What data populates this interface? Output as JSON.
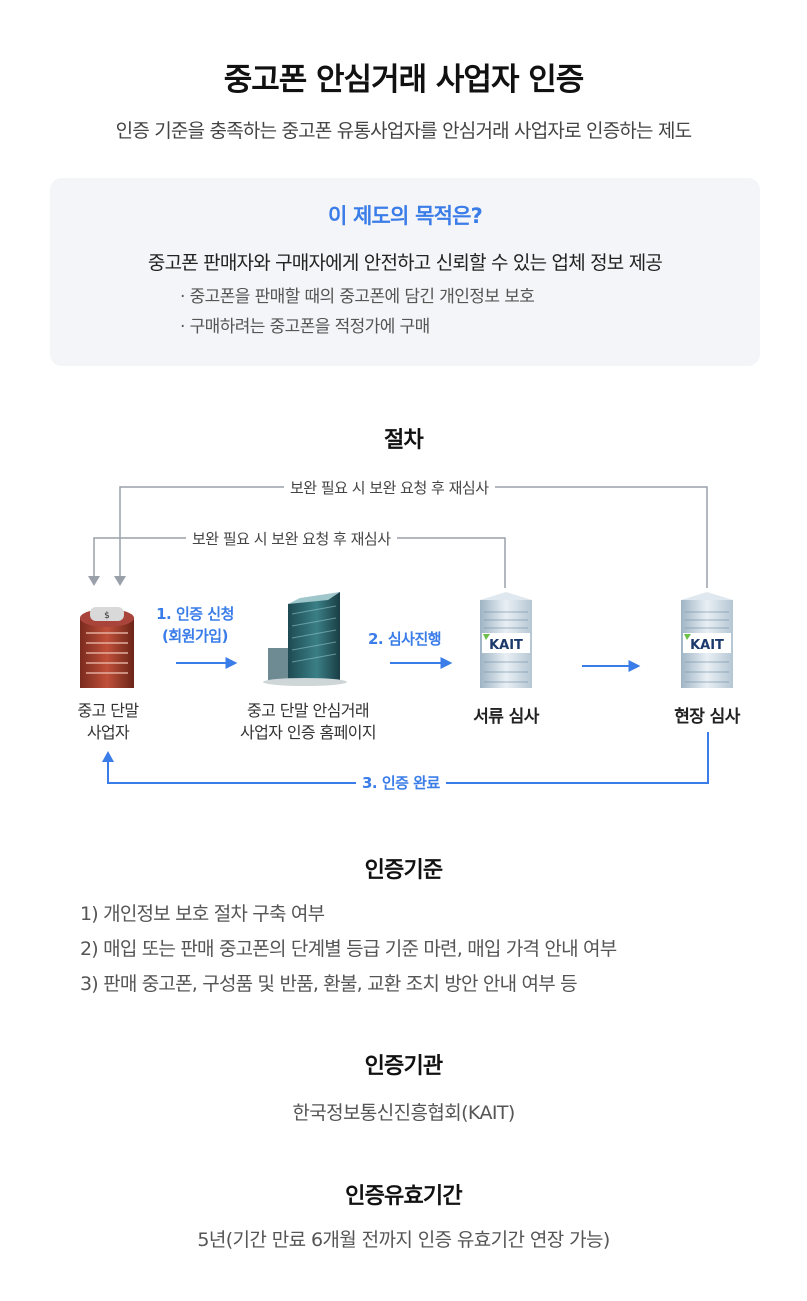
{
  "header": {
    "title": "중고폰 안심거래 사업자 인증",
    "subtitle": "인증 기준을 충족하는 중고폰 유통사업자를 안심거래 사업자로 인증하는 제도"
  },
  "purpose": {
    "title": "이 제도의 목적은?",
    "main": "중고폰 판매자와 구매자에게 안전하고 신뢰할 수 있는 업체 정보 제공",
    "bullets": [
      "· 중고폰을 판매할 때의 중고폰에 담긴 개인정보 보호",
      "· 구매하려는 중고폰을 적정가에 구매"
    ]
  },
  "procedure": {
    "title": "절차",
    "feedback_outer": "보완 필요 시 보완 요청 후 재심사",
    "feedback_inner": "보완 필요 시 보완 요청 후 재심사",
    "nodes": [
      {
        "line1": "중고 단말",
        "line2": "사업자"
      },
      {
        "line1": "중고 단말 안심거래",
        "line2": "사업자 인증 홈페이지"
      },
      {
        "line1": "서류 심사",
        "badge": "KAIT"
      },
      {
        "line1": "현장 심사",
        "badge": "KAIT"
      }
    ],
    "steps": {
      "step1_line1": "1. 인증 신청",
      "step1_line2": "(회원가입)",
      "step2": "2. 심사진행",
      "step3": "3. 인증 완료"
    }
  },
  "criteria": {
    "title": "인증기준",
    "items": [
      "1) 개인정보 보호 절차 구축 여부",
      "2) 매입 또는 판매 중고폰의 단계별 등급 기준 마련, 매입 가격 안내 여부",
      "3) 판매 중고폰, 구성품 및 반품, 환불, 교환 조치 방안 안내 여부 등"
    ]
  },
  "authority": {
    "title": "인증기관",
    "value": "한국정보통신진흥협회(KAIT)"
  },
  "validity": {
    "title": "인증유효기간",
    "value": "5년(기간 만료 6개월 전까지 인증 유효기간 연장 가능)"
  },
  "colors": {
    "accent_blue": "#3b7de8",
    "gray_line": "#9aa0aa",
    "box_bg": "#f4f5f8"
  }
}
